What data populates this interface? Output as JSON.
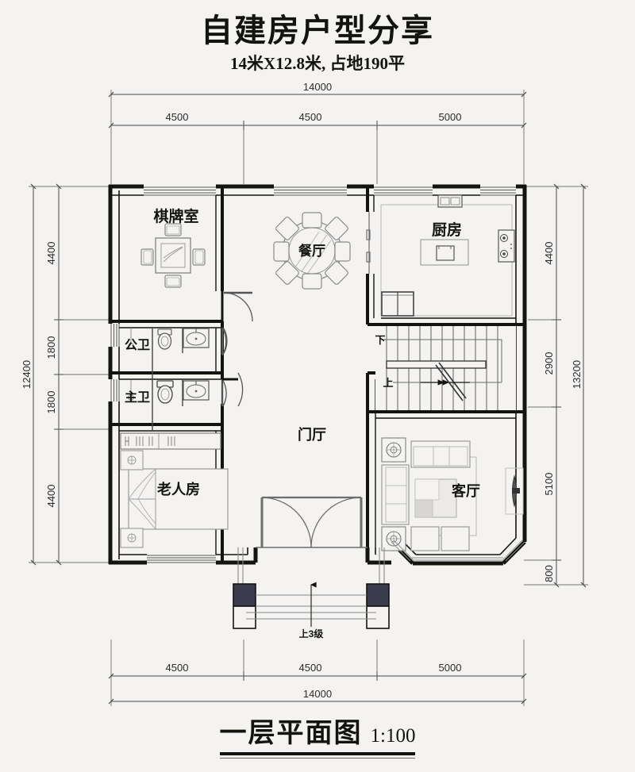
{
  "header": {
    "main_title": "自建房户型分享",
    "sub_title": "14米X12.8米, 占地190平"
  },
  "footer": {
    "plan_name": "一层平面图",
    "scale": "1:100"
  },
  "dimensions": {
    "top_overall": "14000",
    "top_segments": [
      "4500",
      "4500",
      "5000"
    ],
    "bottom_overall": "14000",
    "bottom_segments": [
      "4500",
      "4500",
      "5000"
    ],
    "left_overall": "12400",
    "left_segments": [
      "4400",
      "1800",
      "1800",
      "4400"
    ],
    "right_overall": "13200",
    "right_segments": [
      "4400",
      "2900",
      "5100",
      "800"
    ]
  },
  "rooms": [
    {
      "key": "game_room",
      "label": "棋牌室"
    },
    {
      "key": "dining",
      "label": "餐厅"
    },
    {
      "key": "kitchen",
      "label": "厨房"
    },
    {
      "key": "public_bath",
      "label": "公卫"
    },
    {
      "key": "master_bath",
      "label": "主卫"
    },
    {
      "key": "elder_room",
      "label": "老人房"
    },
    {
      "key": "foyer",
      "label": "门厅"
    },
    {
      "key": "living",
      "label": "客厅"
    }
  ],
  "annotations": {
    "stair_down": "下",
    "stair_up": "上",
    "porch_steps": "上3级"
  },
  "colors": {
    "paper": "#f4f3f1",
    "wall": "#14140f",
    "thin_line": "#6d6d6d",
    "furniture": "#8a8a8a",
    "dimension": "#4a4a4a",
    "column_fill": "#3a3c4e",
    "text": "#14140f"
  }
}
